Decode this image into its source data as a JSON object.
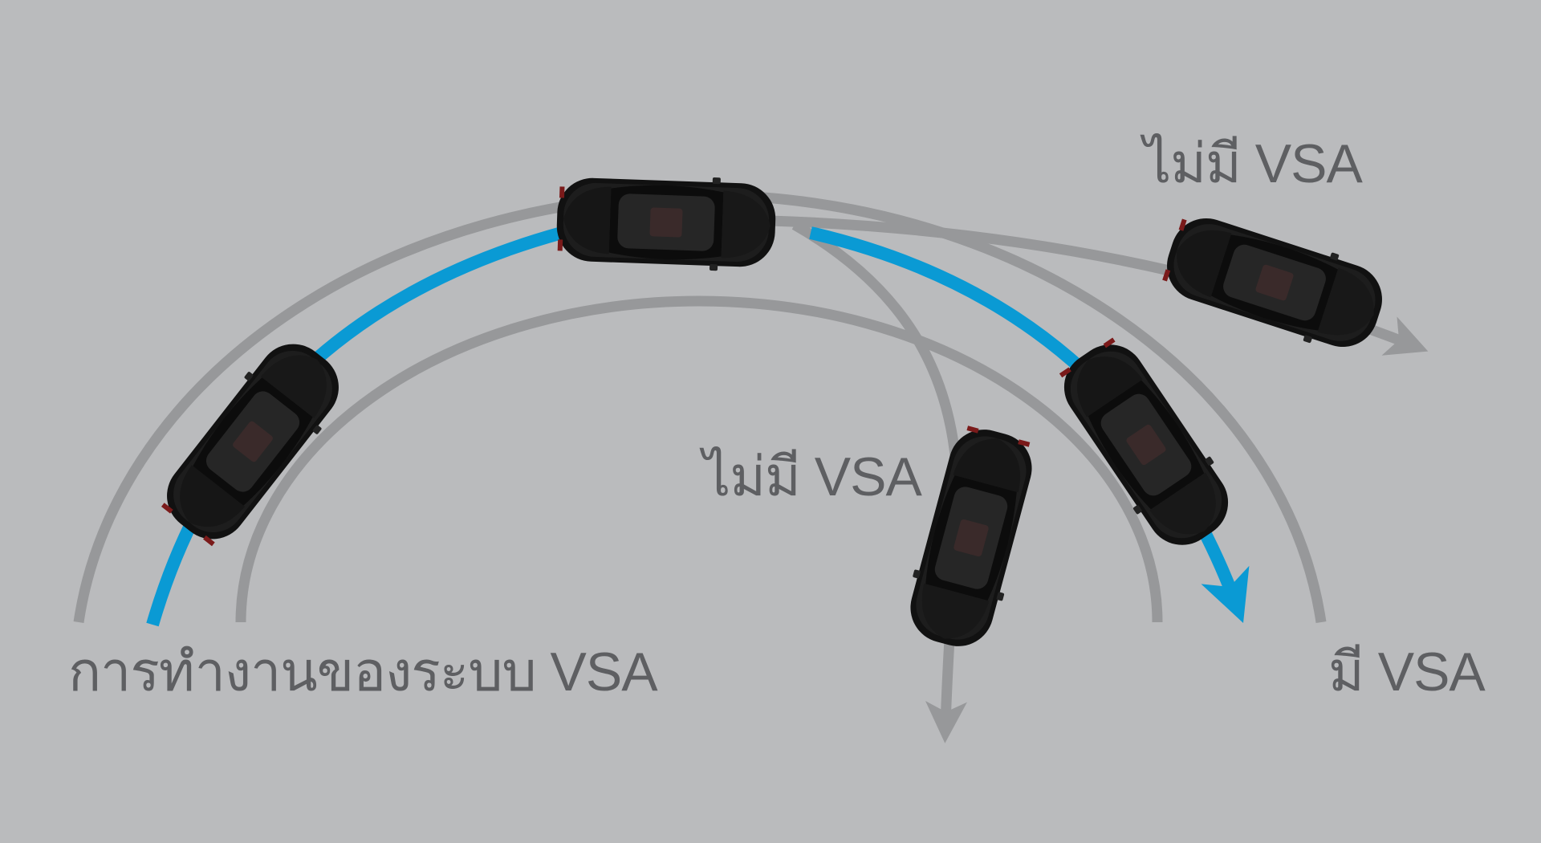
{
  "labels": {
    "vsa_operation": "การทำงานของระบบ VSA",
    "with_vsa": "มี VSA",
    "without_vsa_top": "ไม่มี VSA",
    "without_vsa_middle": "ไม่มี VSA"
  },
  "colors": {
    "background": "#babbbd",
    "lane_lines": "#97989a",
    "vsa_path": "#0a9ad4",
    "text": "#5e5f62",
    "car_body": "#141414"
  }
}
